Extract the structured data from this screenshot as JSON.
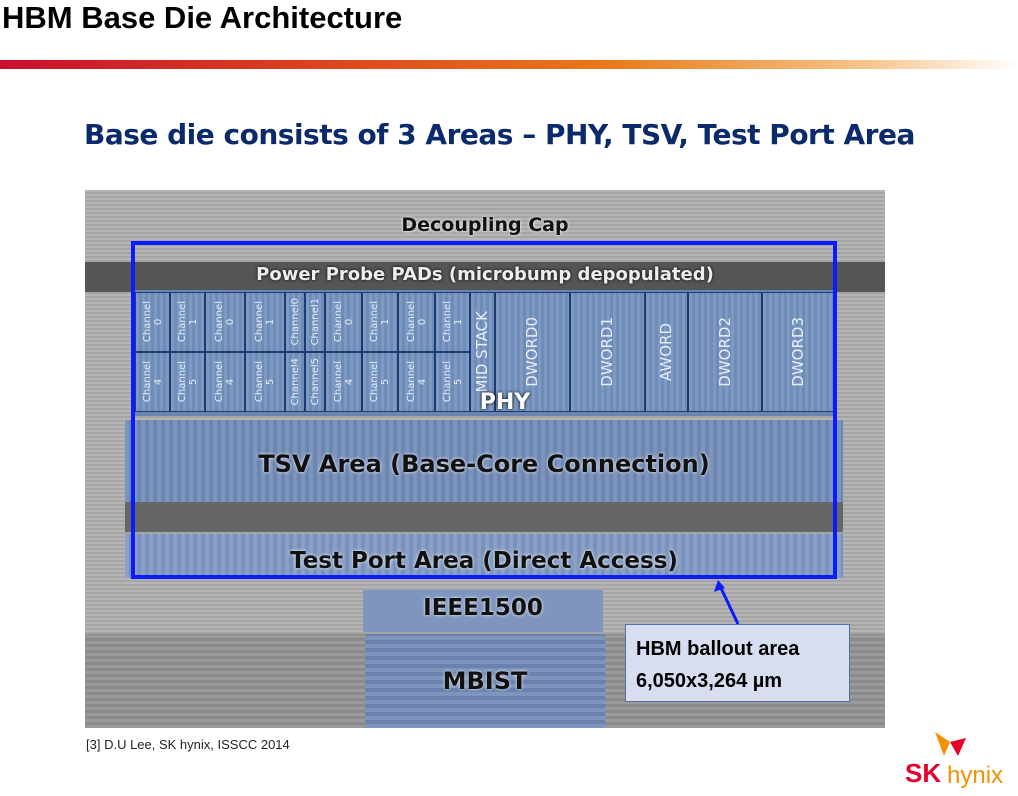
{
  "slide": {
    "title": "HBM Base Die Architecture",
    "subtitle": "Base die consists of 3 Areas – PHY, TSV, Test Port Area",
    "reference": "[3] D.U Lee, SK hynix, ISSCC 2014"
  },
  "die": {
    "decap": "Decoupling Cap",
    "probe": "Power Probe PADs (microbump depopulated)",
    "channels_top": [
      "Channel\n0",
      "Channel\n1",
      "Channel\n0",
      "Channel\n1",
      "Channel0",
      "Channel1",
      "Channel\n0",
      "Channel\n1",
      "Channel\n0",
      "Channel\n1"
    ],
    "channels_bottom": [
      "Channel\n4",
      "Channel\n5",
      "Channel\n4",
      "Channel\n5",
      "Channel4",
      "Channel5",
      "Channel\n4",
      "Channel\n5",
      "Channel\n4",
      "Channel\n5"
    ],
    "blocks": [
      "MID STACK",
      "DWORD0",
      "DWORD1",
      "AWORD",
      "DWORD2",
      "DWORD3"
    ],
    "phy": "PHY",
    "tsv": "TSV Area (Base-Core Connection)",
    "test": "Test Port Area (Direct Access)",
    "ieee": "IEEE1500",
    "mbist": "MBIST"
  },
  "callout": {
    "line1": "HBM ballout area",
    "line2": "6,050x3,264 µm"
  },
  "logo": {
    "brand": "SK",
    "sub": "hynix"
  }
}
